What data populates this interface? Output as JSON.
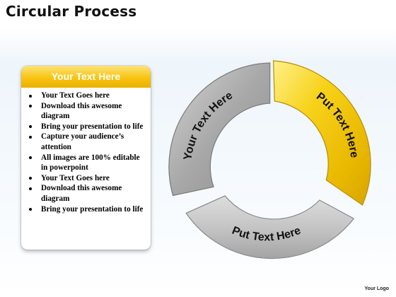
{
  "title": "Circular Process",
  "panel": {
    "heading": "Your Text Here",
    "bullets": [
      "Your Text Goes here",
      "Download this awesome diagram",
      "Bring your presentation to life",
      "Capture your audience’s attention",
      "All images are 100% editable in powerpoint",
      "Your Text Goes here",
      "Download this awesome diagram",
      "Bring your presentation to life"
    ]
  },
  "cycle": {
    "segments": [
      {
        "label": "Your Text Here",
        "color": "#a9a9a9"
      },
      {
        "label": "Put Text Here",
        "color": "#f5cc14"
      },
      {
        "label": "Put Text Here",
        "color": "#bdbdbd"
      }
    ]
  },
  "logo": "Your Logo",
  "colors": {
    "accent": "#f7c511",
    "segment_gray": "#b0b0b0",
    "segment_yellow": "#f5cc14"
  }
}
